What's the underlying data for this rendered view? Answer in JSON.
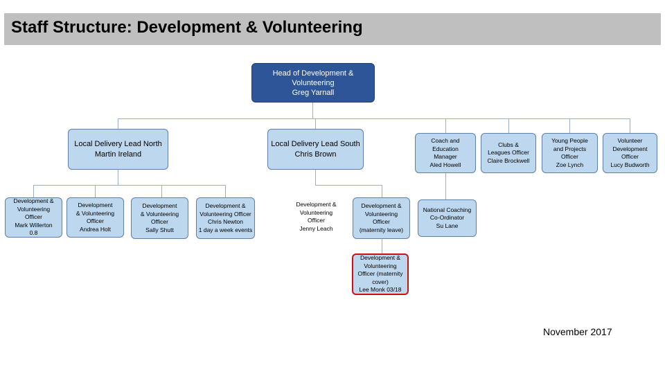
{
  "title": "Staff Structure: Development & Volunteering",
  "head": {
    "role_line1": "Head of Development &",
    "role_line2": "Volunteering",
    "name": "Greg Yarnall"
  },
  "lead_north": {
    "role": "Local Delivery Lead North",
    "name": "Martin Ireland"
  },
  "lead_south": {
    "role": "Local Delivery Lead South",
    "name": "Chris Brown"
  },
  "coach_education": {
    "l1": "Coach and",
    "l2": "Education",
    "l3": "Manager",
    "name": "Aled Howell"
  },
  "clubs_leagues": {
    "l1": "Clubs &",
    "l2": "Leagues Officer",
    "name": "Claire Brockwell"
  },
  "young_people": {
    "l1": "Young People",
    "l2": "and Projects",
    "l3": "Officer",
    "name": "Zoe Lynch"
  },
  "volunteer_dev": {
    "l1": "Volunteer",
    "l2": "Development",
    "l3": "Officer",
    "name": "Lucy Budworth"
  },
  "officers_north": [
    {
      "l1": "Development &",
      "l2": "Volunteering",
      "l3": "Officer",
      "name": "Mark Willerton",
      "extra": "0.8"
    },
    {
      "l1": "Development",
      "l2": "& Volunteering",
      "l3": "Officer",
      "name": "Andrea Holt"
    },
    {
      "l1": "Development",
      "l2": "& Volunteering",
      "l3": "Officer",
      "name": "Sally Shutt"
    },
    {
      "l1": "Development &",
      "l2": "Volunteering Officer",
      "name": "Chris Newton",
      "extra": "1 day a week events"
    }
  ],
  "officers_south": [
    {
      "l1": "Development &",
      "l2": "Volunteering",
      "l3": "Officer",
      "name": "Jenny Leach"
    },
    {
      "l1": "Development &",
      "l2": "Volunteering",
      "l3": "Officer",
      "name": "(maternity leave)"
    }
  ],
  "national_coaching": {
    "l1": "National Coaching",
    "l2": "Co-Ordinator",
    "name": "Su Lane"
  },
  "maternity_cover": {
    "l1": "Development &",
    "l2": "Volunteering",
    "l3": "Officer (maternity",
    "l4": "cover)",
    "name": "Lee Monk 03/18"
  },
  "date": "November 2017"
}
